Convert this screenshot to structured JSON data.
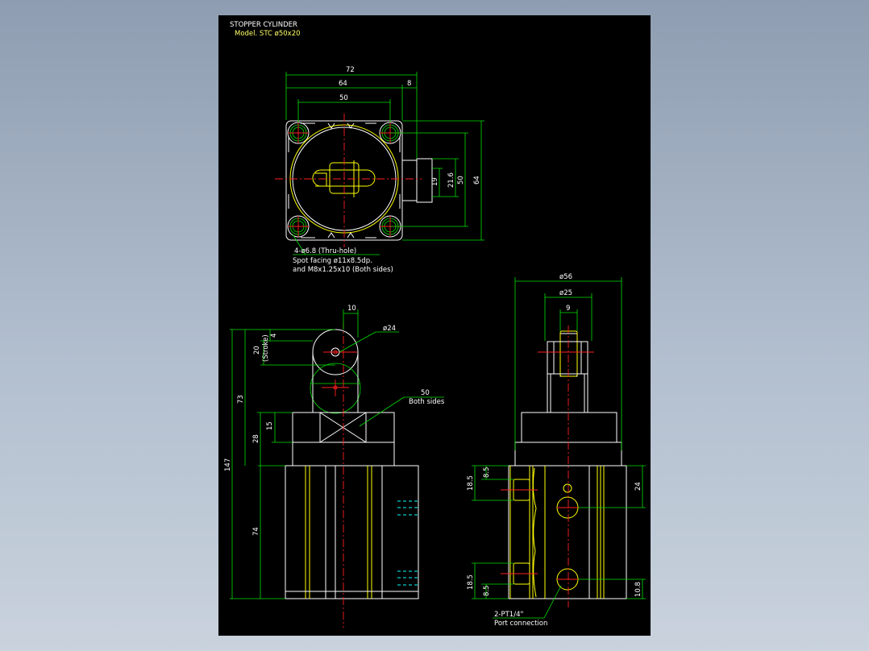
{
  "title": {
    "name": "STOPPER CYLINDER",
    "model": "Model. STC ø50x20"
  },
  "top_view": {
    "dims": {
      "d72": "72",
      "d64": "64",
      "d8": "8",
      "d50": "50",
      "v19": "19",
      "v216": "21.6",
      "v50": "50",
      "v64": "64"
    },
    "note1": "4-ø6.8 (Thru-hole)",
    "note2": "Spot facing ø11x8.5dp.",
    "note3": "and M8x1.25x10 (Both sides)"
  },
  "front_view": {
    "dims": {
      "d10": "10",
      "dia24": "ø24",
      "v4": "4",
      "v20": "20",
      "stroke": "(Stroke)",
      "v73": "73",
      "v147": "147",
      "v15": "15",
      "v28": "28",
      "v74": "74"
    },
    "label50": "50",
    "label_both": "Both sides"
  },
  "side_view": {
    "dims": {
      "dia56": "ø56",
      "dia25": "ø25",
      "d9": "9",
      "v185a": "18.5",
      "v85a": "8.5",
      "v24": "24",
      "v185b": "18.5",
      "v85b": "8.5",
      "v108": "10.8"
    },
    "port": "2-PT1/4\"",
    "port_note": "Port connection"
  }
}
